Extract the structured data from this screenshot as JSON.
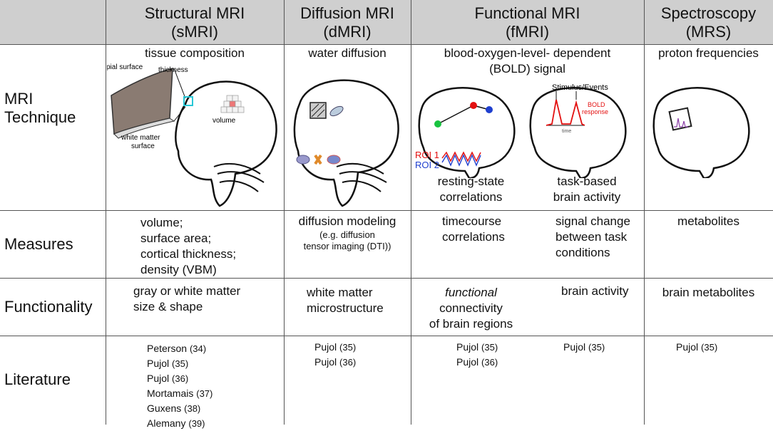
{
  "headers": {
    "smri": {
      "line1": "Structural MRI",
      "line2": "(sMRI)"
    },
    "dmri": {
      "line1": "Diffusion MRI",
      "line2": "(dMRI)"
    },
    "fmri": {
      "line1": "Functional MRI",
      "line2": "(fMRI)"
    },
    "mrs": {
      "line1": "Spectroscopy",
      "line2": "(MRS)"
    }
  },
  "rows": {
    "technique": {
      "line1": "MRI",
      "line2": "Technique"
    },
    "measures": "Measures",
    "functionality": "Functionality",
    "literature": "Literature"
  },
  "technique": {
    "smri_title": "tissue composition",
    "smri_labels": {
      "pial": "pial surface",
      "thickness": "thickness",
      "volume": "volume",
      "white1": "white matter",
      "white2": "surface"
    },
    "dmri_title": "water diffusion",
    "fmri_title1": "blood-oxygen-level- dependent",
    "fmri_title2": "(BOLD) signal",
    "fmri_rs1": "resting-state",
    "fmri_rs2": "correlations",
    "fmri_tb1": "task-based",
    "fmri_tb2": "brain activity",
    "roi1": "ROI 1",
    "roi2": "ROI 2",
    "stimulus": "Stimulus/Events",
    "bold1": "BOLD",
    "bold2": "response",
    "time": "time",
    "mrs_title": "proton frequencies"
  },
  "measures": {
    "smri": [
      "volume;",
      "surface area;",
      "cortical thickness;",
      "density (VBM)"
    ],
    "dmri_main": "diffusion modeling",
    "dmri_sub1": "(e.g. diffusion",
    "dmri_sub2": "tensor imaging (DTI))",
    "fmri_rs": [
      "timecourse",
      "correlations"
    ],
    "fmri_tb": [
      "signal change",
      "between task",
      "conditions"
    ],
    "mrs": "metabolites"
  },
  "functionality": {
    "smri": [
      "gray or white matter",
      "size & shape"
    ],
    "dmri": [
      "white matter",
      "microstructure"
    ],
    "fmri_rs_italic": "functional",
    "fmri_rs": [
      "connectivity",
      "of brain regions"
    ],
    "fmri_tb": "brain activity",
    "mrs": "brain metabolites"
  },
  "literature": {
    "smri": [
      {
        "name": "Peterson",
        "ref": "(34)"
      },
      {
        "name": "Pujol",
        "ref": "(35)"
      },
      {
        "name": "Pujol",
        "ref": "(36)"
      },
      {
        "name": "Mortamais",
        "ref": "(37)"
      },
      {
        "name": "Guxens",
        "ref": "(38)"
      },
      {
        "name": "Alemany",
        "ref": "(39)"
      }
    ],
    "dmri": [
      {
        "name": "Pujol",
        "ref": "(35)"
      },
      {
        "name": "Pujol",
        "ref": "(36)"
      }
    ],
    "fmri_rs": [
      {
        "name": "Pujol",
        "ref": "(35)"
      },
      {
        "name": "Pujol",
        "ref": "(36)"
      }
    ],
    "fmri_tb": [
      {
        "name": "Pujol",
        "ref": "(35)"
      }
    ],
    "mrs": [
      {
        "name": "Pujol",
        "ref": "(35)"
      }
    ]
  }
}
